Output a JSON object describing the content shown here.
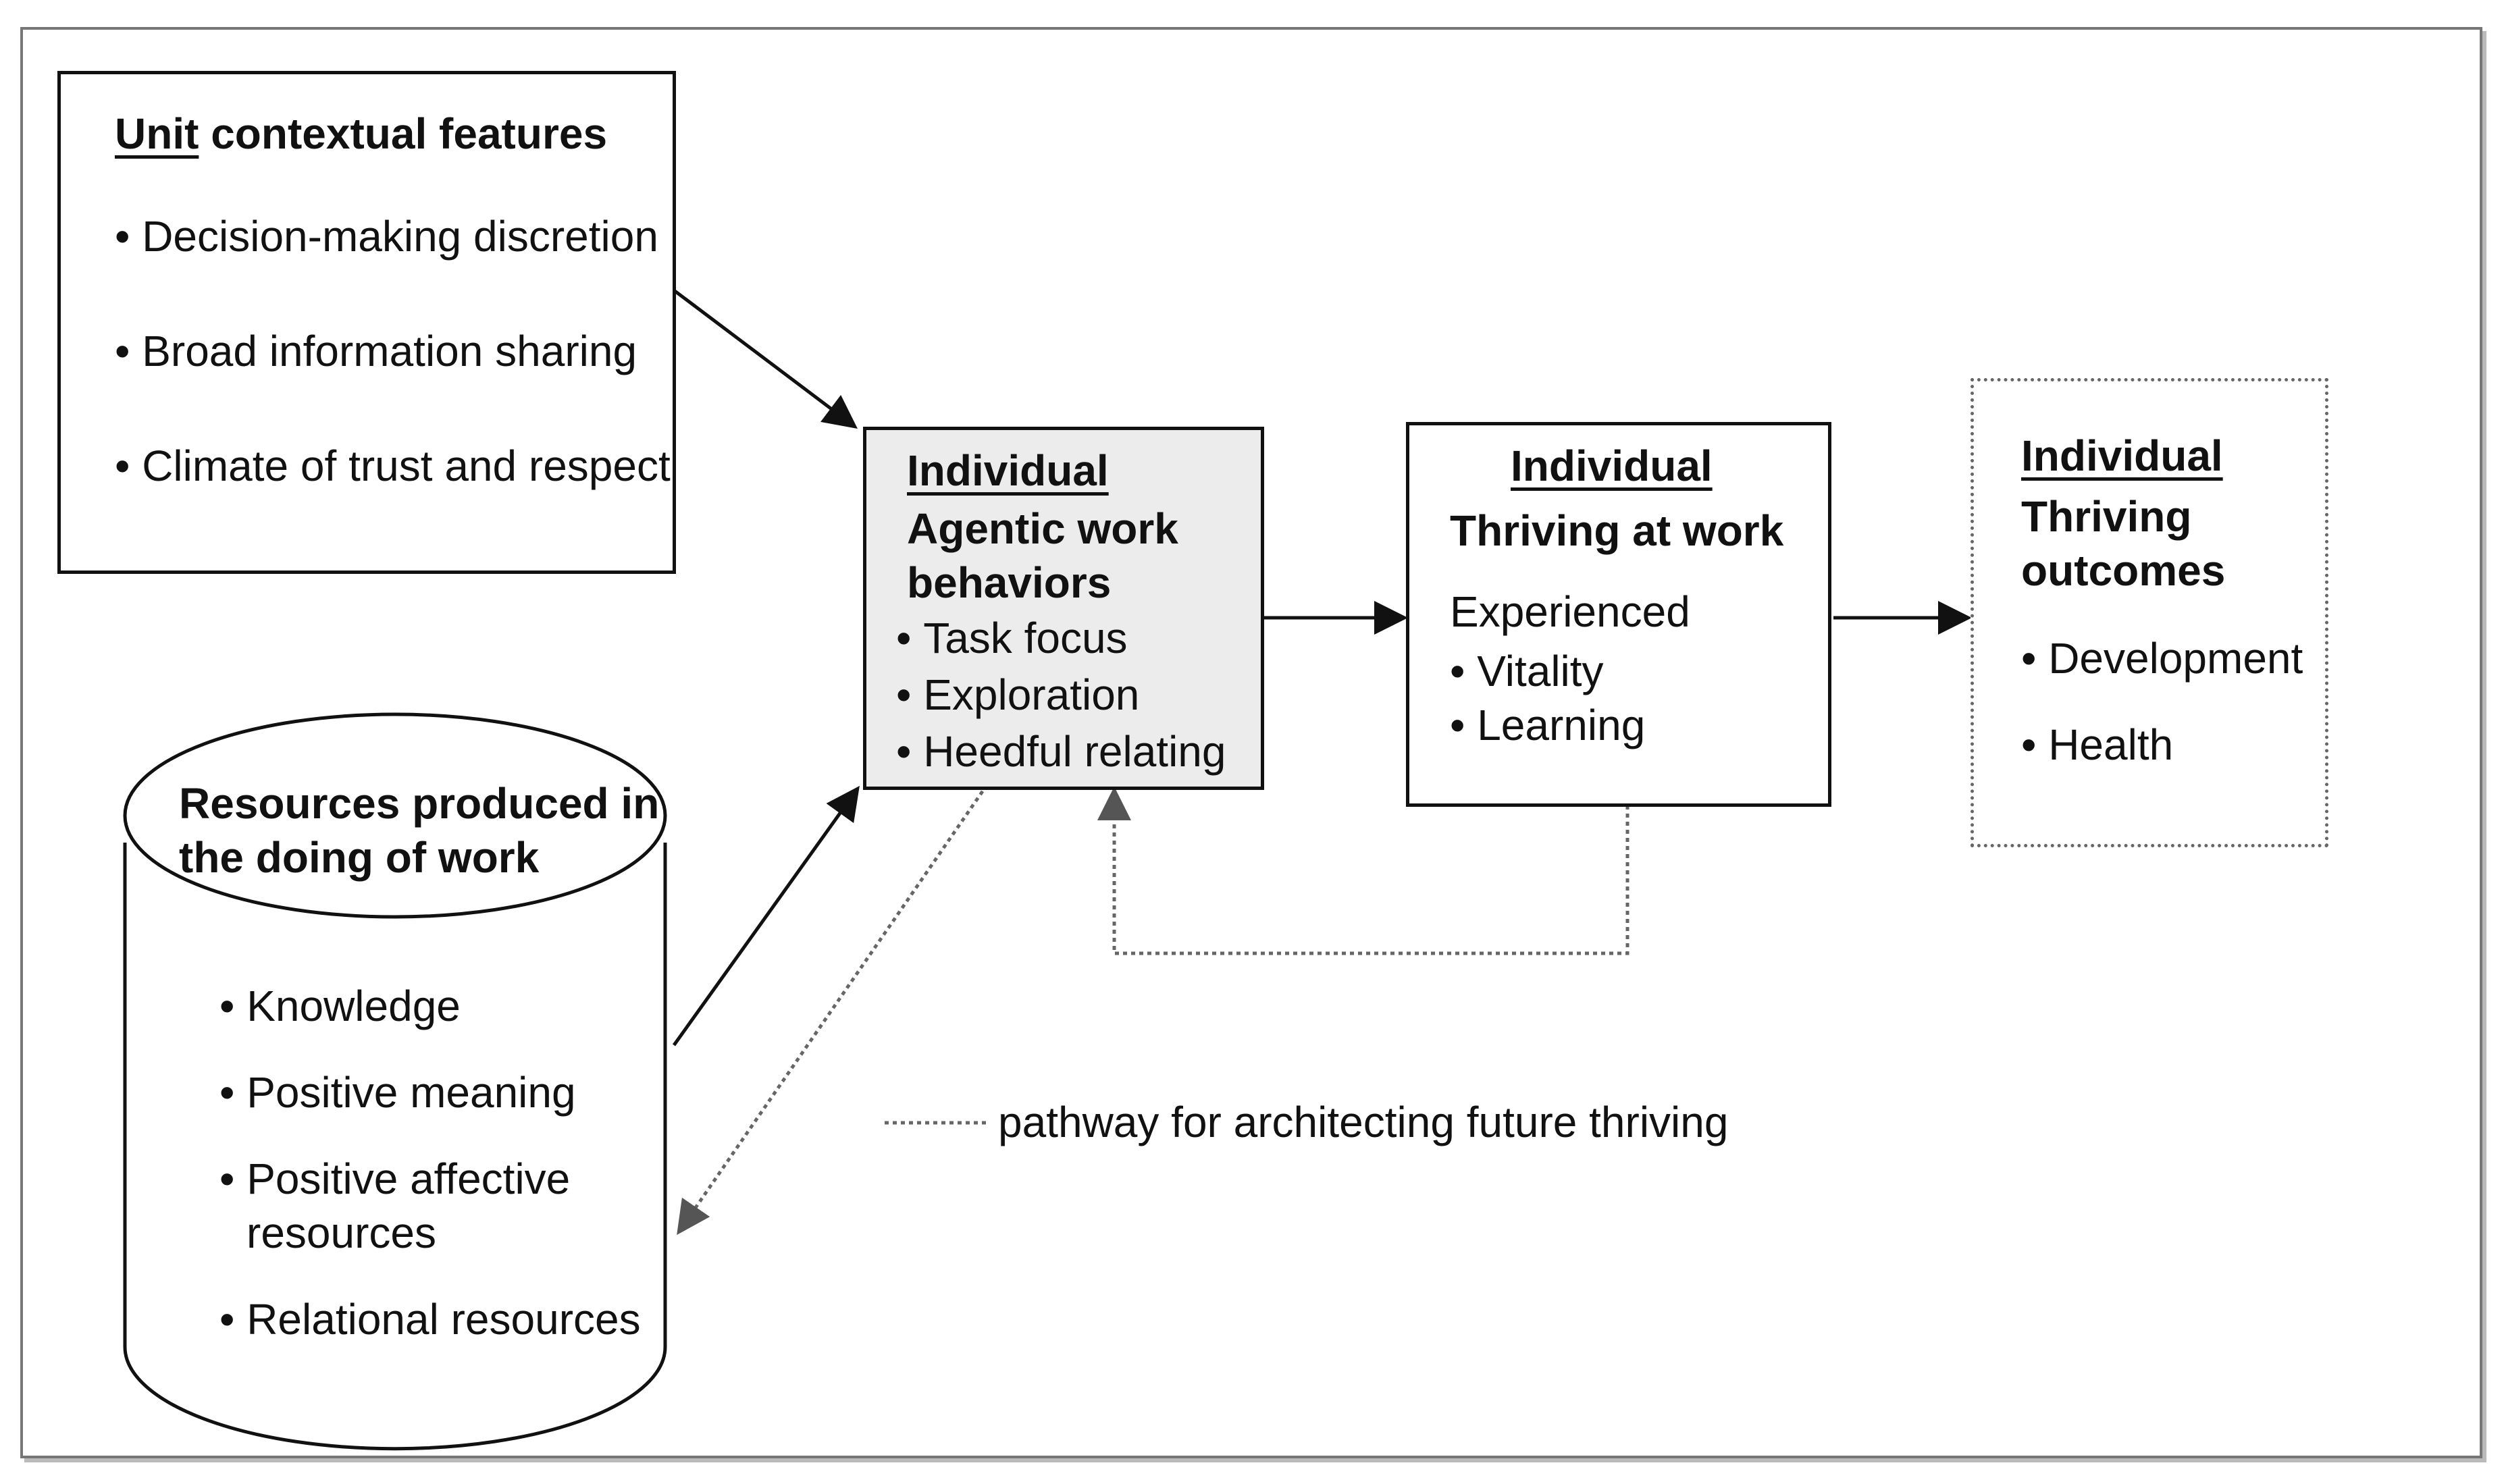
{
  "unit_context": {
    "heading_underlined": "Unit",
    "heading_rest": " contextual features",
    "items": [
      "Decision-making discretion",
      "Broad information sharing",
      "Climate of trust and respect"
    ]
  },
  "resources": {
    "heading_line1": "Resources produced in",
    "heading_line2": "the doing of work",
    "items": [
      "Knowledge",
      "Positive meaning",
      "Positive affective",
      "resources",
      "Relational resources"
    ]
  },
  "agentic": {
    "level": "Individual",
    "title_line1": "Agentic work",
    "title_line2": "behaviors",
    "items": [
      "Task focus",
      "Exploration",
      "Heedful relating"
    ]
  },
  "thriving": {
    "level": "Individual",
    "title": "Thriving at work",
    "subtitle": "Experienced",
    "items": [
      "Vitality",
      "Learning"
    ]
  },
  "outcomes": {
    "level": "Individual",
    "title_line1": "Thriving",
    "title_line2": "outcomes",
    "items": [
      "Development",
      "Health"
    ]
  },
  "legend": {
    "dotted_label": "pathway for architecting future thriving"
  }
}
